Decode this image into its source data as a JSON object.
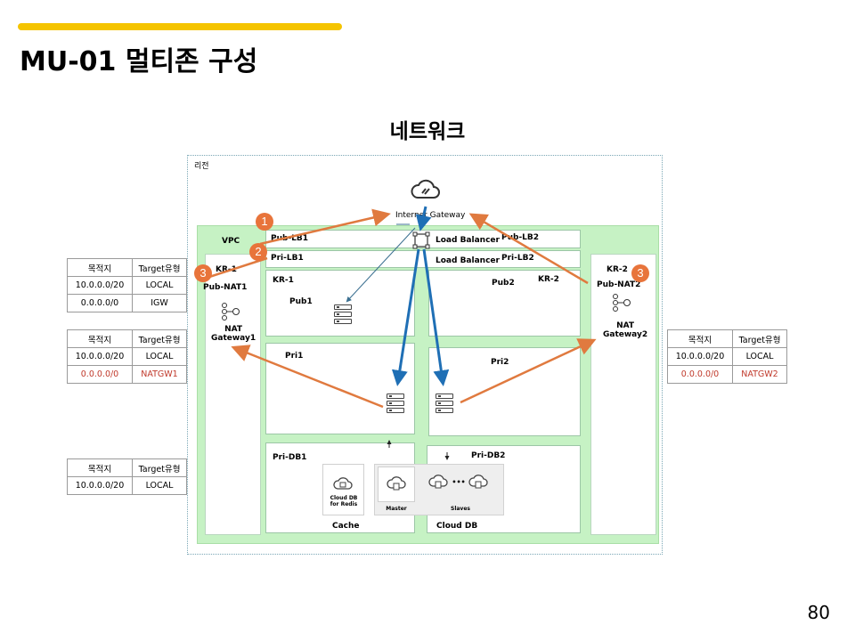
{
  "slide": {
    "title": "MU-01 멀티존 구성",
    "page_number": "80"
  },
  "diagram": {
    "title": "네트워크",
    "region_label": "리전",
    "vpc_label": "VPC",
    "internet_gateway": "Internet Gateway",
    "pub_lb1": "Pub-LB1",
    "pri_lb1": "Pri-LB1",
    "pub_lb2": "Pub-LB2",
    "pri_lb2": "Pri-LB2",
    "load_balancer_1": "Load Balancer",
    "load_balancer_2": "Load Balancer",
    "kr1_left": "KR-1",
    "pub_nat1": "Pub-NAT1",
    "nat_gateway1": "NAT\nGateway1",
    "kr1_inner": "KR-1",
    "pub1": "Pub1",
    "pub2": "Pub2",
    "kr2_inner": "KR-2",
    "kr2_right": "KR-2",
    "pub_nat2": "Pub-NAT2",
    "nat_gateway2": "NAT\nGateway2",
    "pri1": "Pri1",
    "pri2": "Pri2",
    "pri_db1": "Pri-DB1",
    "pri_db2": "Pri-DB2",
    "cloud_db_redis": "Cloud DB\nfor Redis",
    "master": "Master",
    "slaves": "Slaves",
    "ellipsis": "•••",
    "cache": "Cache",
    "cloud_db": "Cloud DB",
    "badges": [
      "1",
      "2",
      "3",
      "3"
    ],
    "colors": {
      "accent_bar": "#f5c400",
      "vpc_fill": "#c6f2c4",
      "orange_arrow": "#e07a3f",
      "blue_arrow": "#1f6fb5",
      "red_text": "#c0392b"
    }
  },
  "route_tables": {
    "header": [
      "목적지",
      "Target유형"
    ],
    "table1": [
      [
        "10.0.0.0/20",
        "LOCAL"
      ],
      [
        "0.0.0.0/0",
        "IGW"
      ]
    ],
    "table2": [
      [
        "10.0.0.0/20",
        "LOCAL"
      ],
      [
        "0.0.0.0/0",
        "NATGW1"
      ]
    ],
    "table3": [
      [
        "10.0.0.0/20",
        "LOCAL"
      ]
    ],
    "table4": [
      [
        "10.0.0.0/20",
        "LOCAL"
      ],
      [
        "0.0.0.0/0",
        "NATGW2"
      ]
    ]
  }
}
